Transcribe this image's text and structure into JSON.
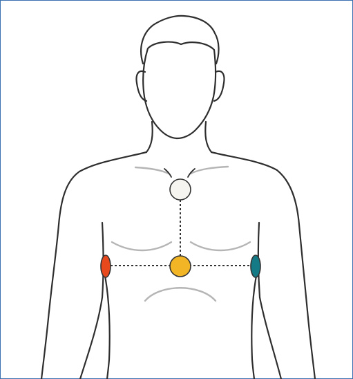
{
  "colors": {
    "frame_border": "#3a6fb0",
    "outline": "#2e2e2e",
    "shading": "#b5b5b5",
    "lead_upper": "#f7f5f0",
    "lead_center": "#f2b526",
    "lead_right_side": "#e8491c",
    "lead_left_side": "#137a86",
    "lead_stroke": "#333333",
    "connector": "#333333"
  },
  "icons": [
    "male-torso-outline-icon",
    "electrode-icon"
  ],
  "electrodes": [
    {
      "id": "upper-chest",
      "color_key": "lead_upper"
    },
    {
      "id": "center-chest",
      "color_key": "lead_center"
    },
    {
      "id": "right-side",
      "color_key": "lead_right_side"
    },
    {
      "id": "left-side",
      "color_key": "lead_left_side"
    }
  ]
}
